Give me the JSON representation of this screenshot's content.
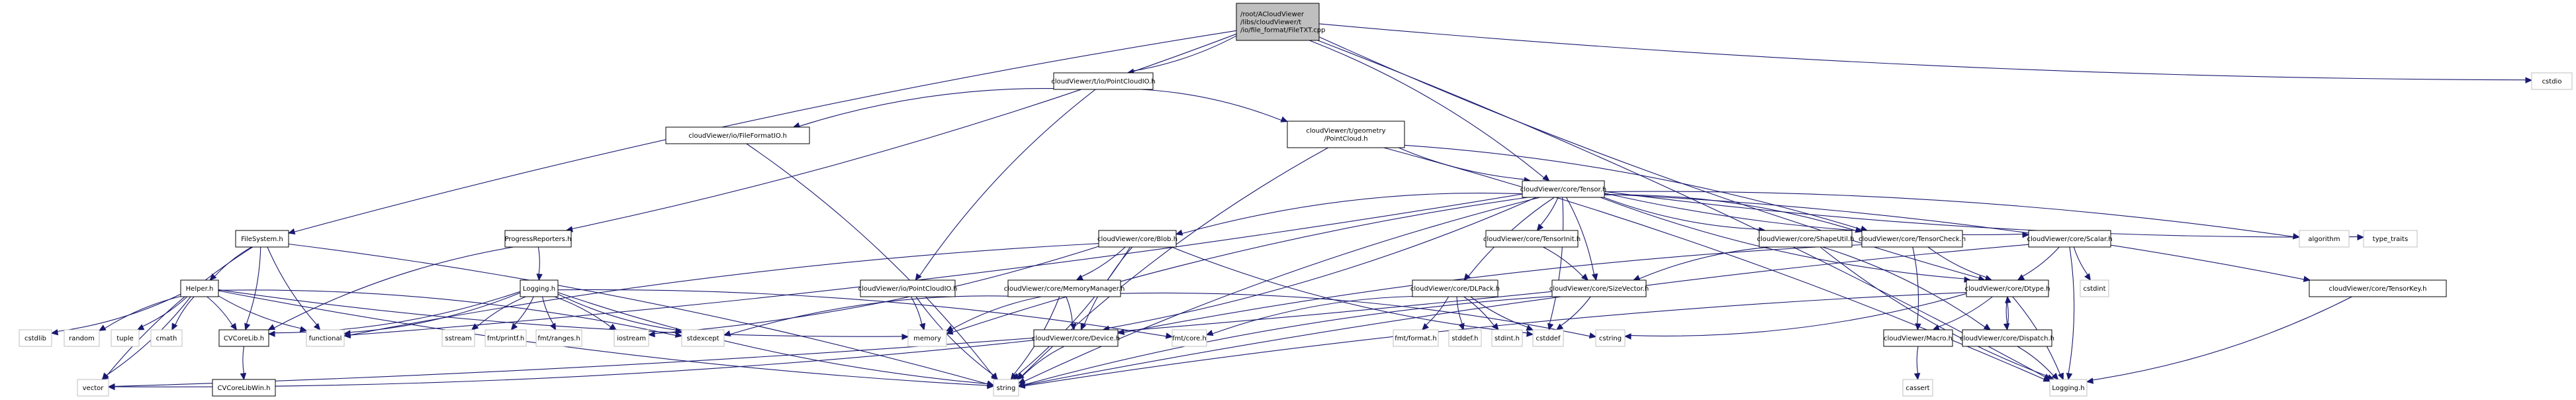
{
  "title": "Include dependency graph for FileTXT.cpp",
  "colors": {
    "edge": "#191970",
    "root_fill": "#bfbfbf",
    "documented_border": "#000000",
    "undocumented_border": "#ff0000",
    "external_border": "#bfbfbf"
  },
  "nodes": [
    {
      "id": "root",
      "lines": [
        "/root/ACloudViewer",
        "/libs/cloudViewer/t",
        "/io/file_format/FileTXT.cpp"
      ],
      "kind": "root"
    },
    {
      "id": "pcio_t",
      "lines": [
        "cloudViewer/t/io/PointCloudIO.h"
      ],
      "kind": "documented"
    },
    {
      "id": "cstdio",
      "lines": [
        "cstdio"
      ],
      "kind": "external"
    },
    {
      "id": "fileformatio",
      "lines": [
        "cloudViewer/io/FileFormatIO.h"
      ],
      "kind": "documented"
    },
    {
      "id": "tpointcloud",
      "lines": [
        "cloudViewer/t/geometry",
        "/PointCloud.h"
      ],
      "kind": "undocumented"
    },
    {
      "id": "tensor",
      "lines": [
        "cloudViewer/core/Tensor.h"
      ],
      "kind": "documented"
    },
    {
      "id": "filesystem",
      "lines": [
        "FileSystem.h"
      ],
      "kind": "documented"
    },
    {
      "id": "progress",
      "lines": [
        "ProgressReporters.h"
      ],
      "kind": "documented"
    },
    {
      "id": "blob",
      "lines": [
        "cloudViewer/core/Blob.h"
      ],
      "kind": "documented"
    },
    {
      "id": "tensorinit",
      "lines": [
        "cloudViewer/core/TensorInit.h"
      ],
      "kind": "undocumented"
    },
    {
      "id": "shapeutil",
      "lines": [
        "cloudViewer/core/ShapeUtil.h"
      ],
      "kind": "documented"
    },
    {
      "id": "tensorcheck",
      "lines": [
        "cloudViewer/core/TensorCheck.h"
      ],
      "kind": "documented"
    },
    {
      "id": "scalar",
      "lines": [
        "cloudViewer/core/Scalar.h"
      ],
      "kind": "undocumented"
    },
    {
      "id": "algorithm",
      "lines": [
        "algorithm"
      ],
      "kind": "external"
    },
    {
      "id": "type_traits",
      "lines": [
        "type_traits"
      ],
      "kind": "external"
    },
    {
      "id": "helper",
      "lines": [
        "Helper.h"
      ],
      "kind": "documented"
    },
    {
      "id": "logging",
      "lines": [
        "Logging.h"
      ],
      "kind": "documented"
    },
    {
      "id": "pcio",
      "lines": [
        "cloudViewer/io/PointCloudIO.h"
      ],
      "kind": "undocumented"
    },
    {
      "id": "memmgr",
      "lines": [
        "cloudViewer/core/MemoryManager.h"
      ],
      "kind": "undocumented"
    },
    {
      "id": "dlpack",
      "lines": [
        "cloudViewer/core/DLPack.h"
      ],
      "kind": "documented"
    },
    {
      "id": "sizevector",
      "lines": [
        "cloudViewer/core/SizeVector.h"
      ],
      "kind": "undocumented"
    },
    {
      "id": "dtype",
      "lines": [
        "cloudViewer/core/Dtype.h"
      ],
      "kind": "documented"
    },
    {
      "id": "cstdint",
      "lines": [
        "cstdint"
      ],
      "kind": "external"
    },
    {
      "id": "tensorkey",
      "lines": [
        "cloudViewer/core/TensorKey.h"
      ],
      "kind": "undocumented"
    },
    {
      "id": "cstdlib",
      "lines": [
        "cstdlib"
      ],
      "kind": "external"
    },
    {
      "id": "random",
      "lines": [
        "random"
      ],
      "kind": "external"
    },
    {
      "id": "tuple",
      "lines": [
        "tuple"
      ],
      "kind": "external"
    },
    {
      "id": "cmath",
      "lines": [
        "cmath"
      ],
      "kind": "external"
    },
    {
      "id": "cvcorelib",
      "lines": [
        "CVCoreLib.h"
      ],
      "kind": "documented"
    },
    {
      "id": "functional",
      "lines": [
        "functional"
      ],
      "kind": "external"
    },
    {
      "id": "sstream",
      "lines": [
        "sstream"
      ],
      "kind": "external"
    },
    {
      "id": "fmt_printf",
      "lines": [
        "fmt/printf.h"
      ],
      "kind": "external"
    },
    {
      "id": "fmt_ranges",
      "lines": [
        "fmt/ranges.h"
      ],
      "kind": "external"
    },
    {
      "id": "iostream",
      "lines": [
        "iostream"
      ],
      "kind": "external"
    },
    {
      "id": "stdexcept",
      "lines": [
        "stdexcept"
      ],
      "kind": "external"
    },
    {
      "id": "memory",
      "lines": [
        "memory"
      ],
      "kind": "external"
    },
    {
      "id": "device",
      "lines": [
        "cloudViewer/core/Device.h"
      ],
      "kind": "documented"
    },
    {
      "id": "fmt_core",
      "lines": [
        "fmt/core.h"
      ],
      "kind": "external"
    },
    {
      "id": "fmt_format",
      "lines": [
        "fmt/format.h"
      ],
      "kind": "external"
    },
    {
      "id": "stddef_h",
      "lines": [
        "stddef.h"
      ],
      "kind": "external"
    },
    {
      "id": "stdint_h",
      "lines": [
        "stdint.h"
      ],
      "kind": "external"
    },
    {
      "id": "cstddef",
      "lines": [
        "cstddef"
      ],
      "kind": "external"
    },
    {
      "id": "cstring",
      "lines": [
        "cstring"
      ],
      "kind": "external"
    },
    {
      "id": "macro",
      "lines": [
        "cloudViewer/Macro.h"
      ],
      "kind": "documented"
    },
    {
      "id": "dispatch",
      "lines": [
        "cloudViewer/core/Dispatch.h"
      ],
      "kind": "documented"
    },
    {
      "id": "cvcorelibwin",
      "lines": [
        "CVCoreLibWin.h"
      ],
      "kind": "undocumented"
    },
    {
      "id": "vector",
      "lines": [
        "vector"
      ],
      "kind": "external"
    },
    {
      "id": "string",
      "lines": [
        "string"
      ],
      "kind": "external"
    },
    {
      "id": "cassert",
      "lines": [
        "cassert"
      ],
      "kind": "external"
    },
    {
      "id": "logging_ext",
      "lines": [
        "Logging.h"
      ],
      "kind": "external"
    }
  ],
  "edges": [
    [
      "root",
      "pcio_t"
    ],
    [
      "root",
      "cstdio"
    ],
    [
      "root",
      "tensor"
    ],
    [
      "root",
      "filesystem"
    ],
    [
      "root",
      "progress"
    ],
    [
      "root",
      "dtype"
    ],
    [
      "root",
      "logging_ext"
    ],
    [
      "pcio_t",
      "fileformatio"
    ],
    [
      "pcio_t",
      "tpointcloud"
    ],
    [
      "pcio_t",
      "pcio"
    ],
    [
      "fileformatio",
      "string"
    ],
    [
      "tpointcloud",
      "tensor"
    ],
    [
      "tpointcloud",
      "tensorcheck"
    ],
    [
      "tpointcloud",
      "string"
    ],
    [
      "tpointcloud",
      "logging_ext"
    ],
    [
      "tensor",
      "blob"
    ],
    [
      "tensor",
      "tensorinit"
    ],
    [
      "tensor",
      "shapeutil"
    ],
    [
      "tensor",
      "tensorcheck"
    ],
    [
      "tensor",
      "scalar"
    ],
    [
      "tensor",
      "algorithm"
    ],
    [
      "tensor",
      "type_traits"
    ],
    [
      "tensor",
      "tensorkey"
    ],
    [
      "tensor",
      "dlpack"
    ],
    [
      "tensor",
      "sizevector"
    ],
    [
      "tensor",
      "dtype"
    ],
    [
      "tensor",
      "device"
    ],
    [
      "tensor",
      "memory"
    ],
    [
      "tensor",
      "cstddef"
    ],
    [
      "tensor",
      "string"
    ],
    [
      "tensor",
      "functional"
    ],
    [
      "filesystem",
      "helper"
    ],
    [
      "filesystem",
      "cvcorelib"
    ],
    [
      "filesystem",
      "functional"
    ],
    [
      "filesystem",
      "string"
    ],
    [
      "filesystem",
      "vector"
    ],
    [
      "progress",
      "logging"
    ],
    [
      "progress",
      "cvcorelib"
    ],
    [
      "helper",
      "cstdlib"
    ],
    [
      "helper",
      "random"
    ],
    [
      "helper",
      "tuple"
    ],
    [
      "helper",
      "cmath"
    ],
    [
      "helper",
      "cvcorelib"
    ],
    [
      "helper",
      "functional"
    ],
    [
      "helper",
      "vector"
    ],
    [
      "helper",
      "string"
    ],
    [
      "helper",
      "stdexcept"
    ],
    [
      "helper",
      "memory"
    ],
    [
      "logging",
      "functional"
    ],
    [
      "logging",
      "sstream"
    ],
    [
      "logging",
      "fmt_printf"
    ],
    [
      "logging",
      "fmt_ranges"
    ],
    [
      "logging",
      "iostream"
    ],
    [
      "logging",
      "stdexcept"
    ],
    [
      "logging",
      "cvcorelib"
    ],
    [
      "logging",
      "string"
    ],
    [
      "logging",
      "fmt_core"
    ],
    [
      "cvcorelib",
      "cvcorelibwin"
    ],
    [
      "pcio",
      "memory"
    ],
    [
      "pcio",
      "string"
    ],
    [
      "blob",
      "memmgr"
    ],
    [
      "blob",
      "device"
    ],
    [
      "blob",
      "string"
    ],
    [
      "blob",
      "functional"
    ],
    [
      "blob",
      "iostream"
    ],
    [
      "blob",
      "cstddef"
    ],
    [
      "memmgr",
      "device"
    ],
    [
      "memmgr",
      "memory"
    ],
    [
      "memmgr",
      "string"
    ],
    [
      "memmgr",
      "stdexcept"
    ],
    [
      "memmgr",
      "cstring"
    ],
    [
      "device",
      "string"
    ],
    [
      "device",
      "vector"
    ],
    [
      "dlpack",
      "fmt_core"
    ],
    [
      "dlpack",
      "fmt_format"
    ],
    [
      "dlpack",
      "stddef_h"
    ],
    [
      "dlpack",
      "stdint_h"
    ],
    [
      "dlpack",
      "cstddef"
    ],
    [
      "sizevector",
      "cstddef"
    ],
    [
      "sizevector",
      "string"
    ],
    [
      "sizevector",
      "vector"
    ],
    [
      "shapeutil",
      "sizevector"
    ],
    [
      "shapeutil",
      "dispatch"
    ],
    [
      "shapeutil",
      "logging_ext"
    ],
    [
      "tensorinit",
      "sizevector"
    ],
    [
      "tensorcheck",
      "dtype"
    ],
    [
      "tensorcheck",
      "macro"
    ],
    [
      "tensorcheck",
      "device"
    ],
    [
      "scalar",
      "dtype"
    ],
    [
      "scalar",
      "cstdint"
    ],
    [
      "scalar",
      "logging_ext"
    ],
    [
      "scalar",
      "string"
    ],
    [
      "dtype",
      "macro"
    ],
    [
      "dtype",
      "dispatch"
    ],
    [
      "dtype",
      "logging_ext"
    ],
    [
      "dtype",
      "string"
    ],
    [
      "dtype",
      "cstring"
    ],
    [
      "dispatch",
      "dtype"
    ],
    [
      "dispatch",
      "logging_ext"
    ],
    [
      "macro",
      "cassert"
    ],
    [
      "tensorkey",
      "logging_ext"
    ]
  ]
}
